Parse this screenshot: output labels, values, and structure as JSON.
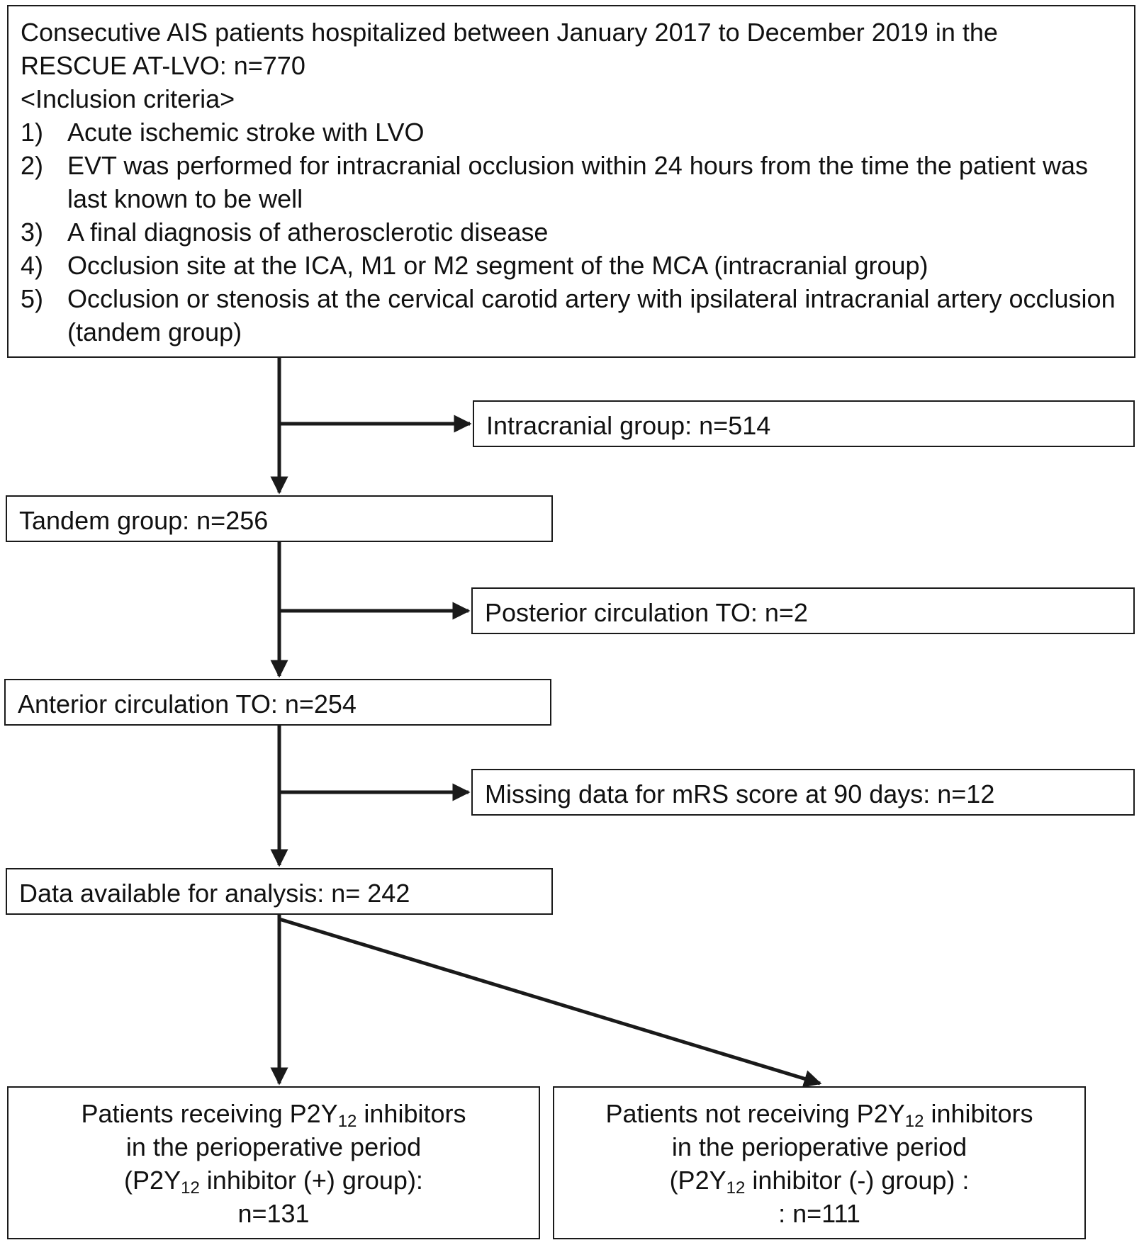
{
  "top_box": {
    "lines": [
      "Consecutive AIS patients hospitalized between January 2017 to December 2019 in the",
      "RESCUE AT-LVO: n=770",
      "<Inclusion criteria>"
    ],
    "criteria": [
      {
        "num": "1)",
        "text": "Acute ischemic stroke with LVO"
      },
      {
        "num": "2)",
        "text": "EVT was performed for intracranial occlusion within 24 hours from the time the patient was last known to be well"
      },
      {
        "num": "3)",
        "text": "A final diagnosis of atherosclerotic disease"
      },
      {
        "num": "4)",
        "text": "Occlusion site at the ICA, M1 or M2 segment of the MCA (intracranial group)"
      },
      {
        "num": "5)",
        "text": "Occlusion or stenosis at the cervical carotid artery with ipsilateral intracranial artery occlusion (tandem group)"
      }
    ]
  },
  "excluded": {
    "intracranial": "Intracranial group: n=514",
    "posterior": "Posterior circulation TO: n=2",
    "missing": "Missing data for mRS score at 90 days: n=12"
  },
  "main_flow": {
    "tandem": "Tandem group: n=256",
    "anterior": "Anterior circulation TO: n=254",
    "available": "Data available for analysis: n= 242"
  },
  "groups": {
    "positive": {
      "l1_pre": "Patients receiving P2Y",
      "sub": "12",
      "l1_post": " inhibitors",
      "l2": "in the perioperative period",
      "l3_pre": "(P2Y",
      "l3_post": " inhibitor (+) group):",
      "l4": "n=131"
    },
    "negative": {
      "l1_pre": "Patients not receiving P2Y",
      "sub": "12",
      "l1_post": " inhibitors",
      "l2": "in the perioperative period",
      "l3_pre": "(P2Y",
      "l3_post": " inhibitor (-) group) :",
      "l4": ": n=111"
    }
  },
  "colors": {
    "line": "#1a1a1a",
    "background": "#ffffff"
  }
}
